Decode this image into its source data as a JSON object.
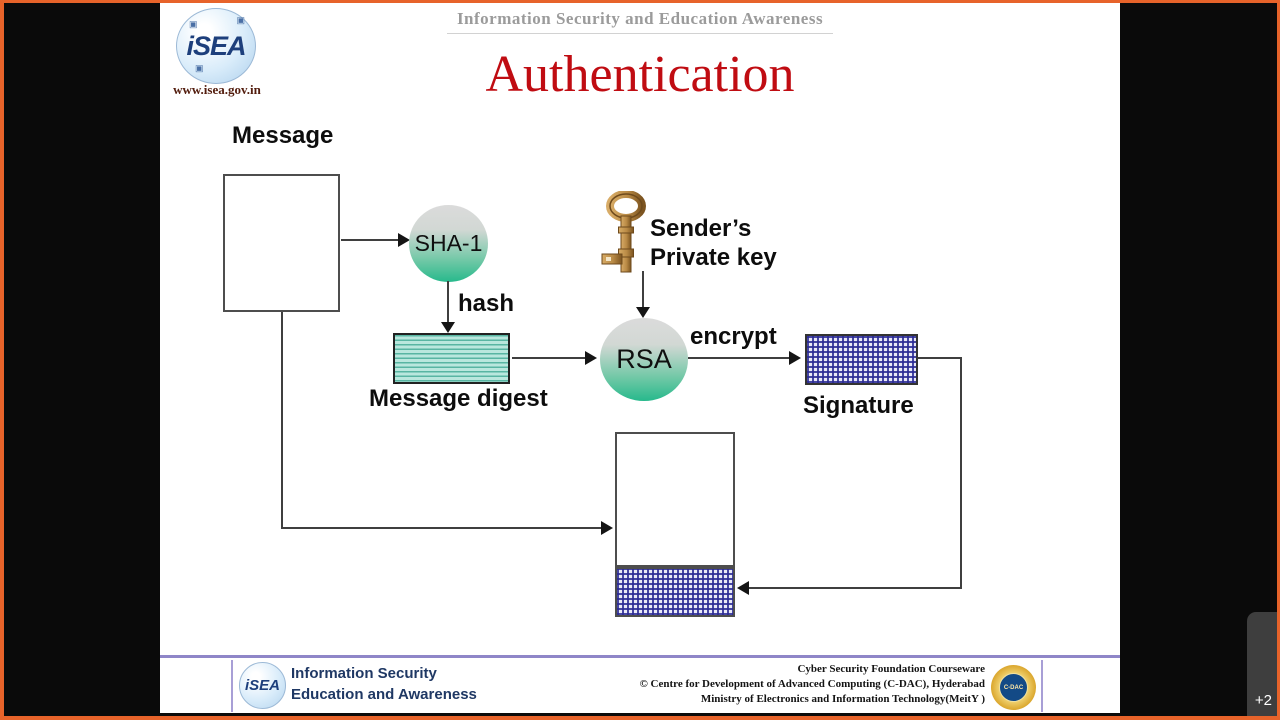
{
  "overlay": {
    "more_label": "+2"
  },
  "slide": {
    "logo": {
      "name": "iSEA",
      "url": "www.isea.gov.in"
    },
    "header": "Information Security and Education Awareness",
    "title": "Authentication",
    "diagram": {
      "message": "Message",
      "sha1": "SHA-1",
      "hash": "hash",
      "message_digest": "Message digest",
      "sender_key_line1": "Sender’s",
      "sender_key_line2": "Private key",
      "rsa": "RSA",
      "encrypt": "encrypt",
      "signature": "Signature"
    },
    "footer": {
      "logo_name": "iSEA",
      "org_line1": "Information Security",
      "org_line2": "Education and Awareness",
      "credit_line1": "Cyber Security Foundation  Courseware",
      "credit_line2": "© Centre for Development of Advanced Computing  (C-DAC), Hyderabad",
      "credit_line3": "Ministry  of Electronics  and Information  Technology(MeitY )",
      "badge_label": "C-DAC"
    }
  },
  "colors": {
    "frame_orange": "#E7632A",
    "title_red": "#C00C12",
    "footer_purple": "#8F86C8",
    "footer_blue": "#1F3864",
    "circle_green": "#27B98C",
    "digest_teal": "#B9E7DD",
    "checker_blue": "#2A2A94"
  }
}
